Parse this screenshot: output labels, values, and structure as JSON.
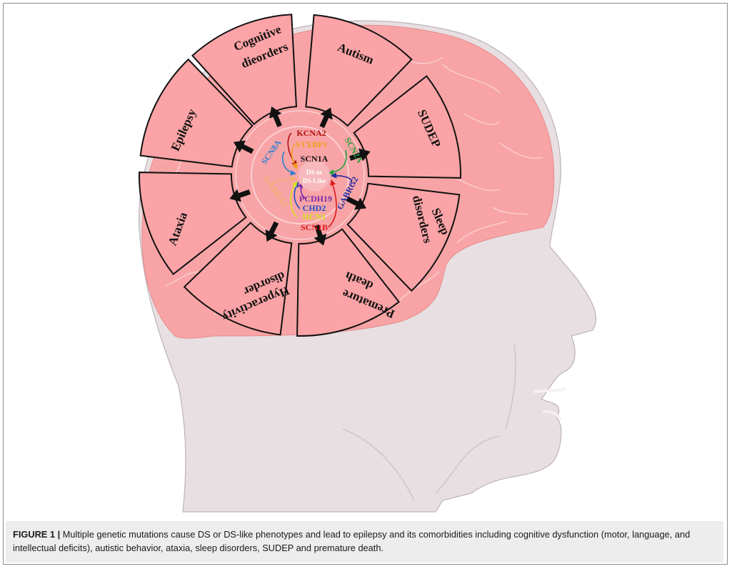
{
  "segments": {
    "cognitive_1": "Cognitive",
    "cognitive_2": "dieorders",
    "autism": "Autism",
    "sudep": "SUDEP",
    "sleep_1": "Sleep",
    "sleep_2": "disorders",
    "premature_1": "Premature",
    "premature_2": "death",
    "hyper_1": "Hyperactivity",
    "hyper_2": "disorder",
    "ataxia": "Ataxia",
    "epilepsy": "Epilepsy"
  },
  "center": {
    "line1": "DS or",
    "line2": "DS-Like"
  },
  "genes": {
    "kcna2": "KCNA2",
    "stxbp1": "STXBP1",
    "scn1a": "SCN1A",
    "scn8a": "SCN8A",
    "scn2a": "SCN2A",
    "gabrg2": "GABRG2",
    "gabra1": "GABRA1",
    "pcdh19": "PCDH19",
    "chd2": "CHD2",
    "hcn1": "HCN1",
    "scn1b": "SCN1B"
  },
  "gene_colors": {
    "kcna2": "#b01010",
    "stxbp1": "#f0a020",
    "scn1a": "#111111",
    "scn8a": "#2f7fd0",
    "scn2a": "#22a040",
    "gabrg2": "#1e2aa0",
    "gabra1": "#f2b070",
    "pcdh19": "#7a2aa8",
    "chd2": "#2050c8",
    "hcn1": "#d8e020",
    "scn1b": "#e01818"
  },
  "colors": {
    "brain": "#f8a4a6",
    "segment_fill": "#fba3a6",
    "head": "#e7dfe1"
  },
  "caption": {
    "label": "FIGURE 1 |",
    "text": " Multiple genetic mutations cause DS or DS-like phenotypes and lead to epilepsy and its comorbidities including cognitive dysfunction (motor, language, and intellectual deficits), autistic behavior, ataxia, sleep disorders, SUDEP and premature death."
  }
}
